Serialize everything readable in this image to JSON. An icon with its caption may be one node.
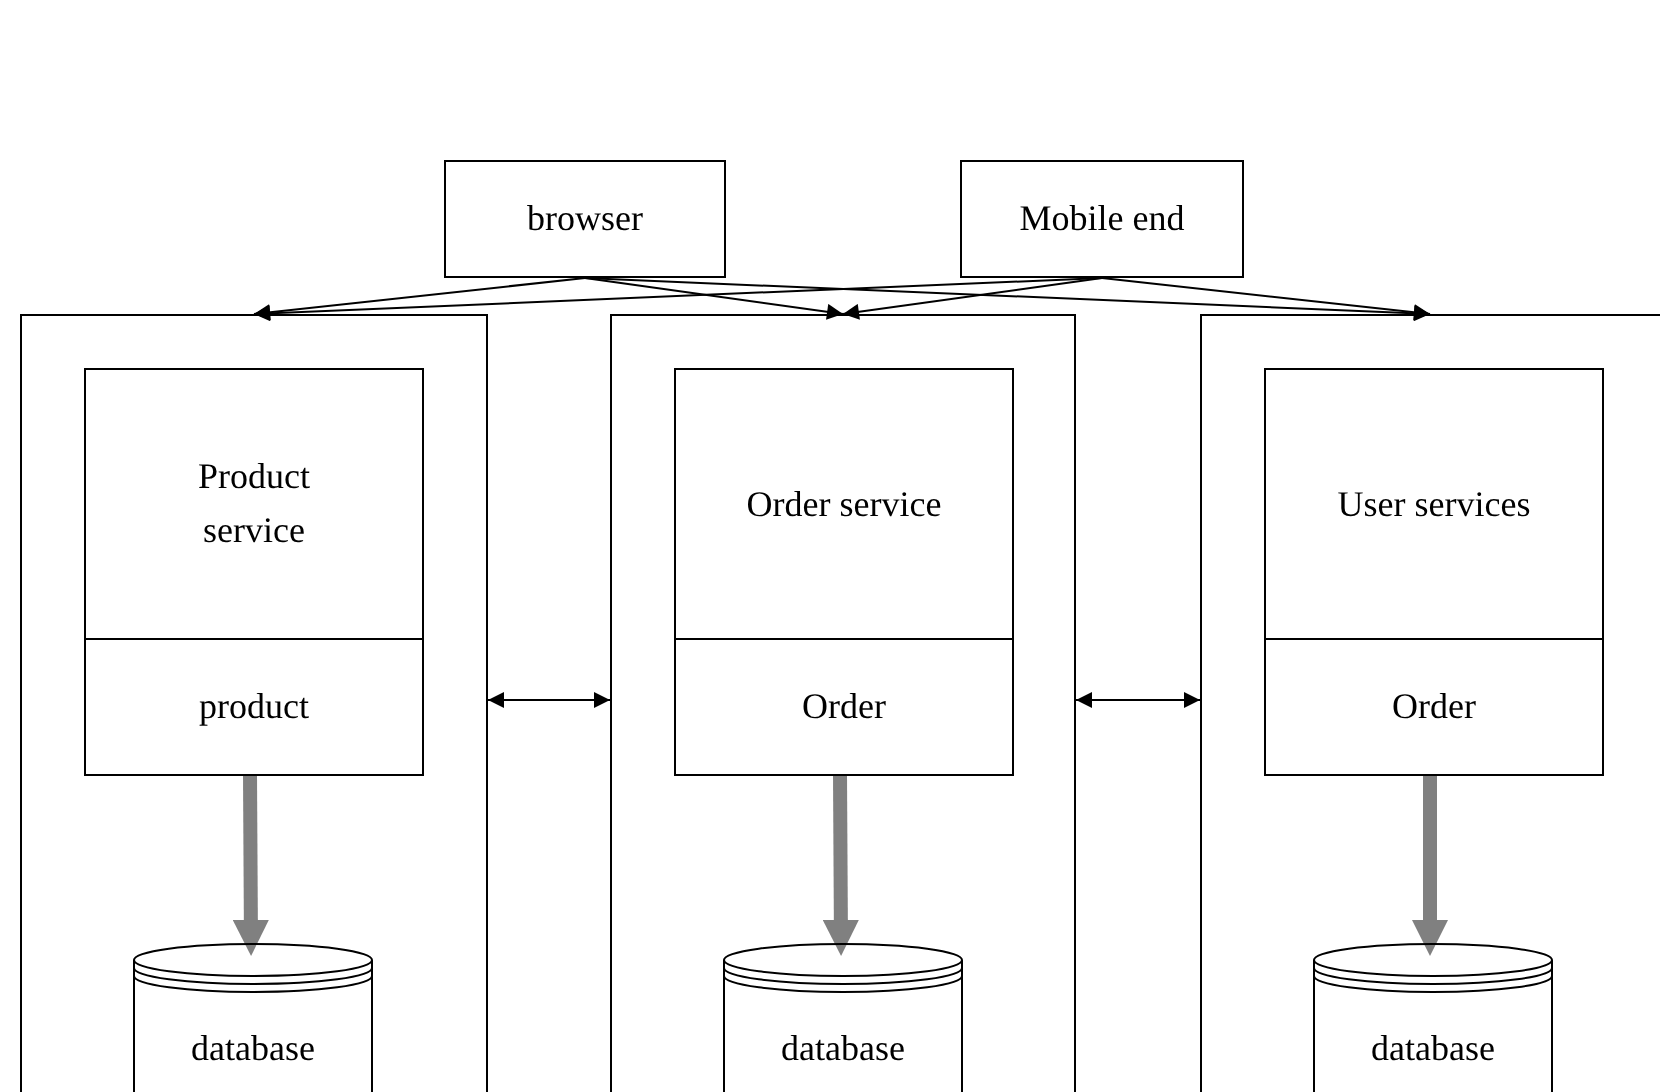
{
  "diagram": {
    "nodes": [
      {
        "text": [
          "browser"
        ]
      },
      {
        "text": [
          "Mobile end"
        ]
      },
      {
        "text": [],
        "shape": "box"
      },
      {
        "text": [
          "Product service"
        ],
        "in": 2
      },
      {
        "text": [
          "product"
        ],
        "in": 2
      },
      {
        "text": [
          "database"
        ],
        "in": 2
      },
      {
        "text": [],
        "shape": "box"
      },
      {
        "text": [
          "Order service"
        ],
        "in": 6
      },
      {
        "text": [
          "Order"
        ],
        "in": 6
      },
      {
        "text": [
          "database"
        ],
        "in": 6
      },
      {
        "text": [],
        "shape": "box"
      },
      {
        "text": [
          "User services"
        ],
        "in": 10
      },
      {
        "text": [
          "Order"
        ],
        "in": 10
      },
      {
        "text": [
          "database"
        ],
        "in": 10
      }
    ],
    "edges": [
      {
        "from": 0,
        "to": 2,
        "arrow": "to"
      },
      {
        "from": 0,
        "to": 6,
        "arrow": "to"
      },
      {
        "from": 0,
        "to": 10,
        "arrow": "to"
      },
      {
        "from": 1,
        "to": 2,
        "arrow": "to"
      },
      {
        "from": 1,
        "to": 6,
        "arrow": "to"
      },
      {
        "from": 1,
        "to": 10,
        "arrow": "to"
      },
      {
        "from": 2,
        "to": 6,
        "arrow": "both"
      },
      {
        "from": 6,
        "to": 10,
        "arrow": "both"
      },
      {
        "from": 4,
        "to": 5,
        "arrow": "to",
        "style": "thick",
        "color": "#808080"
      },
      {
        "from": 8,
        "to": 9,
        "arrow": "to",
        "style": "thick",
        "color": "#808080"
      },
      {
        "from": 12,
        "to": 13,
        "arrow": "to",
        "style": "thick",
        "color": "#808080"
      }
    ]
  }
}
